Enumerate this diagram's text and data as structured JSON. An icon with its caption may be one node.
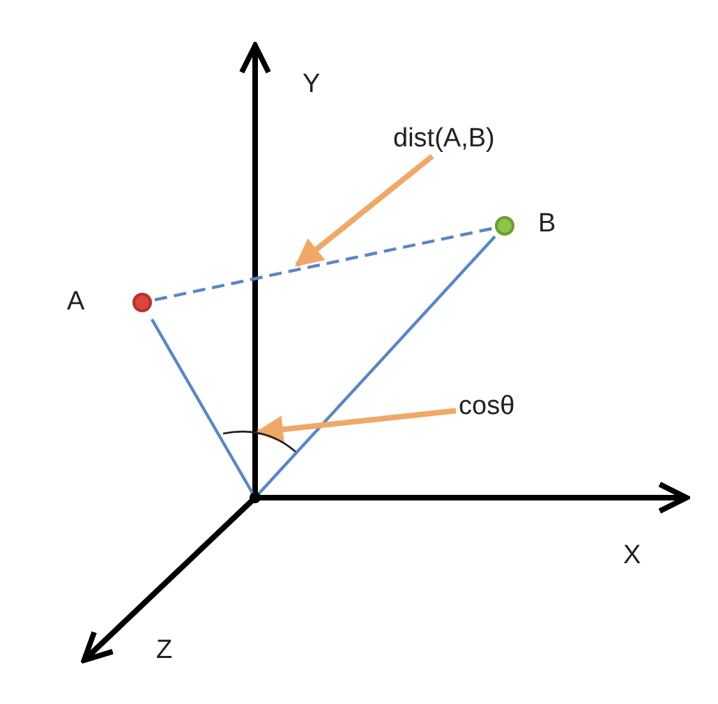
{
  "diagram": {
    "nodes": [
      {
        "text": [
          "A"
        ]
      },
      {
        "text": [
          "B"
        ]
      },
      {
        "text": [
          "dist(A,B)"
        ]
      },
      {
        "text": [
          "cosθ"
        ]
      },
      {
        "text": [],
        "shape": "point"
      },
      {
        "text": [],
        "shape": "arc"
      }
    ],
    "edges": [
      {
        "from": 0,
        "to": 1,
        "arrow": "none",
        "style": "dashed"
      },
      {
        "from": 4,
        "to": 0,
        "arrow": "none"
      },
      {
        "from": 4,
        "to": 1,
        "arrow": "none"
      },
      {
        "from": 2,
        "to": null,
        "arrow": "to",
        "style": "thick",
        "color": "#f0a868"
      },
      {
        "from": 3,
        "to": 5,
        "arrow": "to",
        "style": "thick",
        "color": "#f0a868"
      }
    ],
    "labels": [
      "Y",
      "X",
      "Z"
    ]
  }
}
